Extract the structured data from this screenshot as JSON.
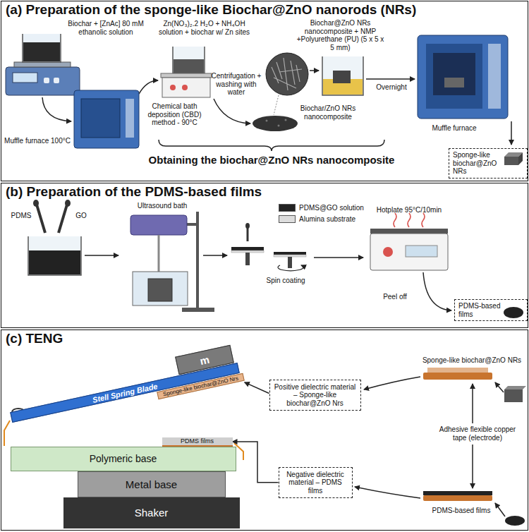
{
  "diagram": {
    "nodes": [
      {
        "text": [
          "(a) Preparation of the sponge-like Biochar@ZnO nanorods (NRs)"
        ]
      },
      {
        "text": [
          "Sponge-like biochar@ZnO NRs"
        ],
        "in": 0
      },
      {
        "text": [
          "(b) Preparation of the PDMS-based films"
        ]
      },
      {
        "text": [
          "PDMS-based films"
        ],
        "in": 2
      },
      {
        "text": [
          "(c) TENG"
        ]
      },
      {
        "text": [
          "m"
        ],
        "in": 4
      },
      {
        "text": [
          "Stell Spring Blade"
        ],
        "in": 4
      },
      {
        "text": [
          "Sponge-like biochar@ZnO Nrs"
        ],
        "in": 4
      },
      {
        "text": [
          "PDMS films"
        ],
        "in": 4
      },
      {
        "text": [
          "Polymeric base"
        ],
        "in": 4
      },
      {
        "text": [
          "Metal base"
        ],
        "in": 4
      },
      {
        "text": [
          "Shaker"
        ],
        "in": 4
      },
      {
        "text": [
          "Positive dielectric material – Sponge-like biochar@ZnO Nrs"
        ],
        "in": 4
      },
      {
        "text": [
          "Negative dielectric material – PDMS films"
        ],
        "in": 4
      }
    ],
    "edges": [
      {
        "from": 12,
        "to": 7,
        "arrow": "to"
      },
      {
        "from": 13,
        "to": 8,
        "arrow": "to"
      }
    ],
    "labels": [
      "Biochar + [ZnAc] 80 mM ethanolic solution",
      "Muffle furnace 100°C",
      "Zn(NO₃)₂.2 H₂O + NH₄OH solution + biochar w/ Zn sites",
      "Chemical bath deposition (CBD) method - 90°C",
      "Centrifugation + washing with water",
      "Biochar/ZnO NRs nanocomposite",
      "Biochar@ZnO NRs nanocomposite + NMP +Polyurethane (PU) (5 x 5 x 5 mm)",
      "Overnight",
      "Muffle furnace",
      "Obtaining the biochar@ZnO NRs nanocomposite",
      "PDMS",
      "GO",
      "Ultrasound bath",
      "Spin coating",
      "Hotplate 95°C/10min",
      "Peel off",
      "Sponge-like biochar@ZnO NRs",
      "Adhesive flexible copper tape (electrode)",
      "PDMS-based films"
    ],
    "legend": [
      {
        "text": "PDMS@GO solution",
        "color": "#222222"
      },
      {
        "text": "Alumina substrate",
        "color": "#dddddd"
      }
    ]
  }
}
